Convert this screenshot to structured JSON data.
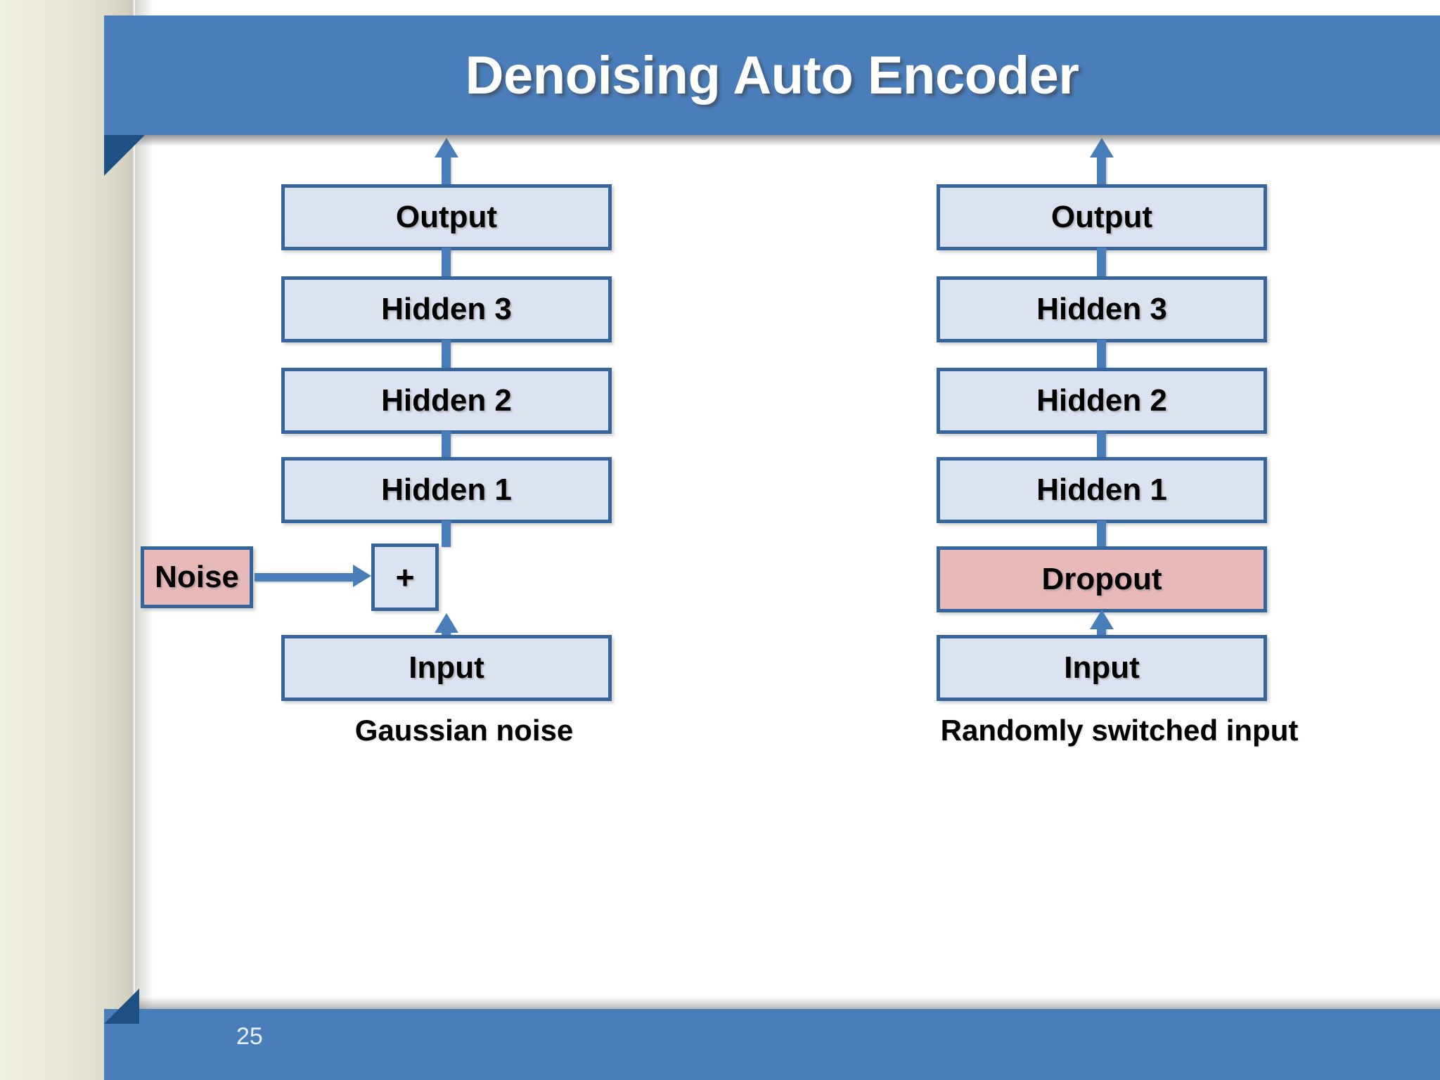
{
  "slide": {
    "title": "Denoising Auto Encoder",
    "page_number": "25",
    "accent_color": "#4a7ebb",
    "fold_color": "#1f5083",
    "box_fill": "#dce3f0",
    "box_border": "#36659c",
    "highlight_fill": "#e8b9b9",
    "background_color": "#ffffff",
    "margin_color": "#e3e1d3"
  },
  "diagram": {
    "type": "flow-diagram",
    "columns": [
      {
        "id": "gaussian-noise",
        "caption": "Gaussian noise",
        "side_box": {
          "label": "Noise",
          "kind": "highlight"
        },
        "combiner": {
          "label": "+",
          "kind": "normal"
        },
        "nodes": [
          {
            "label": "Output",
            "kind": "normal"
          },
          {
            "label": "Hidden 3",
            "kind": "normal"
          },
          {
            "label": "Hidden 2",
            "kind": "normal"
          },
          {
            "label": "Hidden 1",
            "kind": "normal"
          },
          {
            "label": "Input",
            "kind": "normal"
          }
        ]
      },
      {
        "id": "randomly-switched-input",
        "caption": "Randomly switched input",
        "nodes": [
          {
            "label": "Output",
            "kind": "normal"
          },
          {
            "label": "Hidden 3",
            "kind": "normal"
          },
          {
            "label": "Hidden 2",
            "kind": "normal"
          },
          {
            "label": "Hidden 1",
            "kind": "normal"
          },
          {
            "label": "Dropout",
            "kind": "highlight"
          },
          {
            "label": "Input",
            "kind": "normal"
          }
        ]
      }
    ]
  }
}
